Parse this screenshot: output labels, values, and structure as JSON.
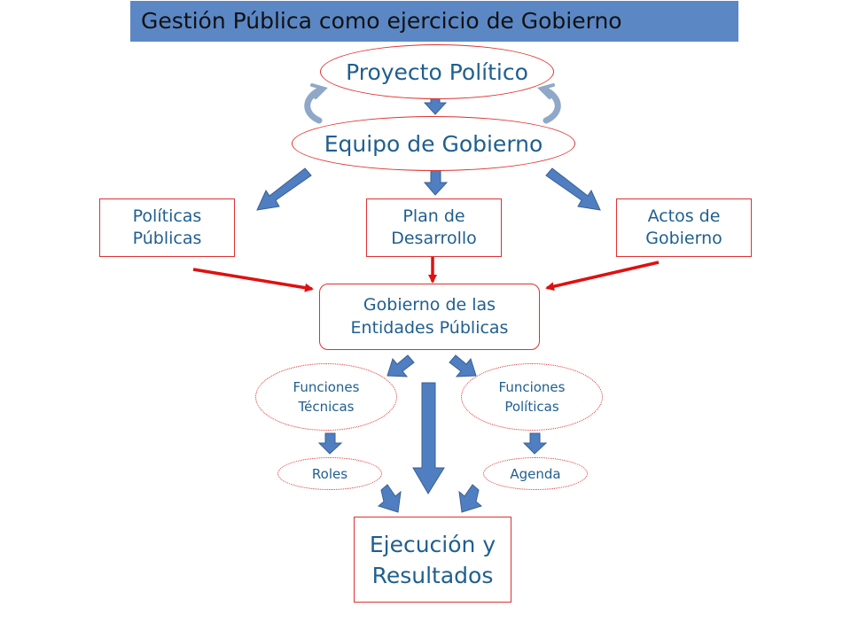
{
  "title": "Gestión Pública como ejercicio de Gobierno",
  "nodes": {
    "proyecto": "Proyecto Político",
    "equipo": "Equipo de Gobierno",
    "politicas": {
      "line1": "Políticas",
      "line2": "Públicas"
    },
    "plan": {
      "line1": "Plan de",
      "line2": "Desarrollo"
    },
    "actos": {
      "line1": "Actos de",
      "line2": "Gobierno"
    },
    "entidades": {
      "line1": "Gobierno de las",
      "line2": "Entidades Públicas"
    },
    "tecnicas": {
      "line1": "Funciones",
      "line2": "Técnicas"
    },
    "politicas_fn": {
      "line1": "Funciones",
      "line2": "Políticas"
    },
    "roles": "Roles",
    "agenda": "Agenda",
    "ejecucion": {
      "line1": "Ejecución y",
      "line2": "Resultados"
    }
  },
  "colors": {
    "title_bar": "#5b87c5",
    "node_border": "#e03030",
    "node_text": "#1f5f8f",
    "blue_arrow": "#4f7fc0",
    "red_arrow": "#e01010"
  }
}
